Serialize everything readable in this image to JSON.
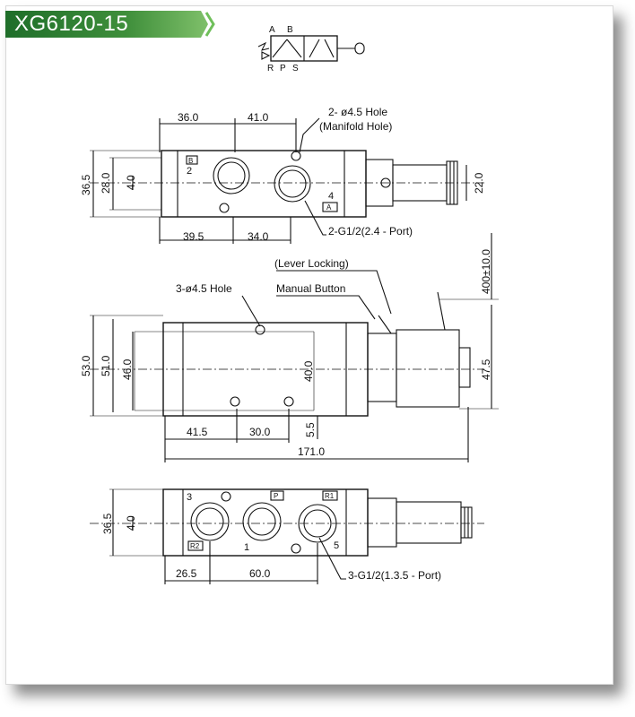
{
  "header": {
    "model": "XG6120-15",
    "banner_color": "#3f8f3b",
    "banner_color_light": "#7fc06a"
  },
  "symbol": {
    "port_a": "A",
    "port_b": "B",
    "port_r": "R",
    "port_p": "P",
    "port_s": "S"
  },
  "top_view": {
    "dim_36": "36.0",
    "dim_41": "41.0",
    "dim_36_5": "36.5",
    "dim_28": "28.0",
    "dim_4": "4.0",
    "dim_22": "22.0",
    "dim_39_5": "39.5",
    "dim_34": "34.0",
    "port_2": "2",
    "port_4": "4",
    "label_b": "B",
    "label_a": "A",
    "hole_note_1": "2- ø4.5 Hole",
    "hole_note_2": "(Manifold Hole)",
    "port_note": "2-G1/2(2.4 - Port)"
  },
  "side_view": {
    "lever_note": "(Lever Locking)",
    "manual_note": "Manual Button",
    "hole_note": "3-ø4.5  Hole",
    "dim_400": "400±10.0",
    "dim_53": "53.0",
    "dim_51": "51.0",
    "dim_46": "46.0",
    "dim_40": "40.0",
    "dim_47_5": "47.5",
    "dim_41_5": "41.5",
    "dim_30": "30.0",
    "dim_5_5": "5.5",
    "dim_171": "171.0"
  },
  "bottom_view": {
    "dim_36_5": "36.5",
    "dim_4": "4.0",
    "dim_26_5": "26.5",
    "dim_60": "60.0",
    "port_3": "3",
    "port_1": "1",
    "port_5": "5",
    "label_p": "P",
    "label_r1": "R1",
    "label_r2": "R2",
    "port_note": "3-G1/2(1.3.5 - Port)"
  }
}
